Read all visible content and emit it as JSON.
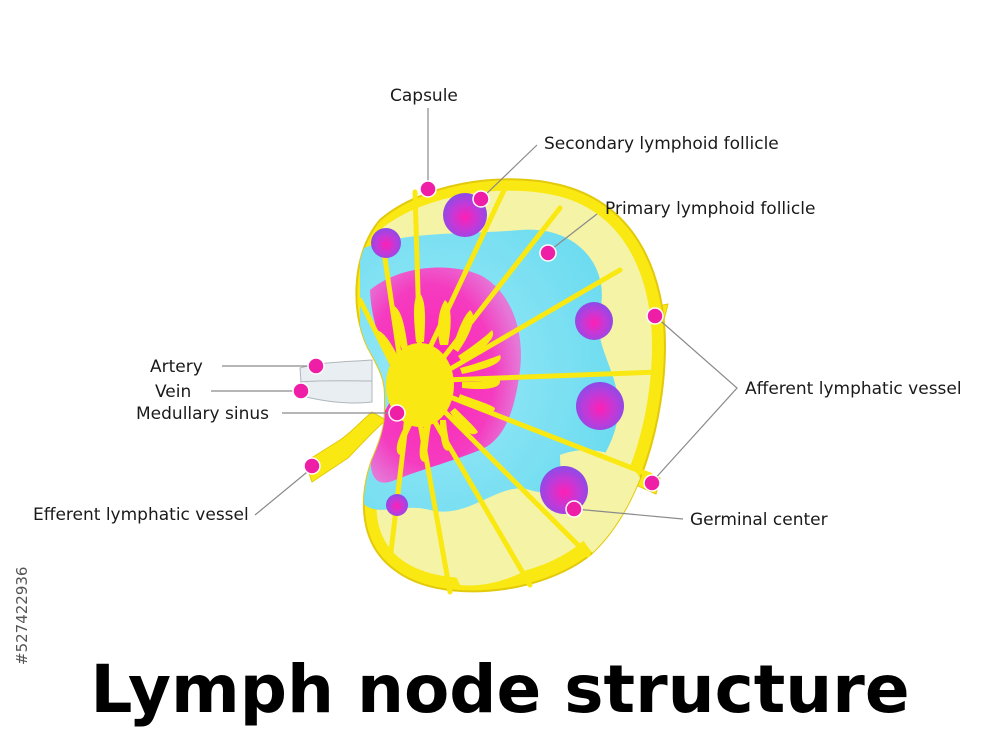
{
  "title": "Lymph node structure",
  "stock_id": "#527422936",
  "labels": {
    "capsule": "Capsule",
    "secondary_follicle": "Secondary lymphoid follicle",
    "primary_follicle": "Primary lymphoid follicle",
    "artery": "Artery",
    "vein": "Vein",
    "medullary_sinus": "Medullary sinus",
    "afferent": "Afferent lymphatic vessel",
    "efferent": "Efferent lymphatic vessel",
    "germinal_center": "Germinal center"
  },
  "colors": {
    "capsule_yellow": "#f9e812",
    "cortex_pale": "#f5f3a6",
    "paracortex_blue": "#6ee0f2",
    "medulla_pink": "#ff1fb4",
    "follicle_purple": "#a64de6",
    "marker": "#ee1fa6"
  }
}
